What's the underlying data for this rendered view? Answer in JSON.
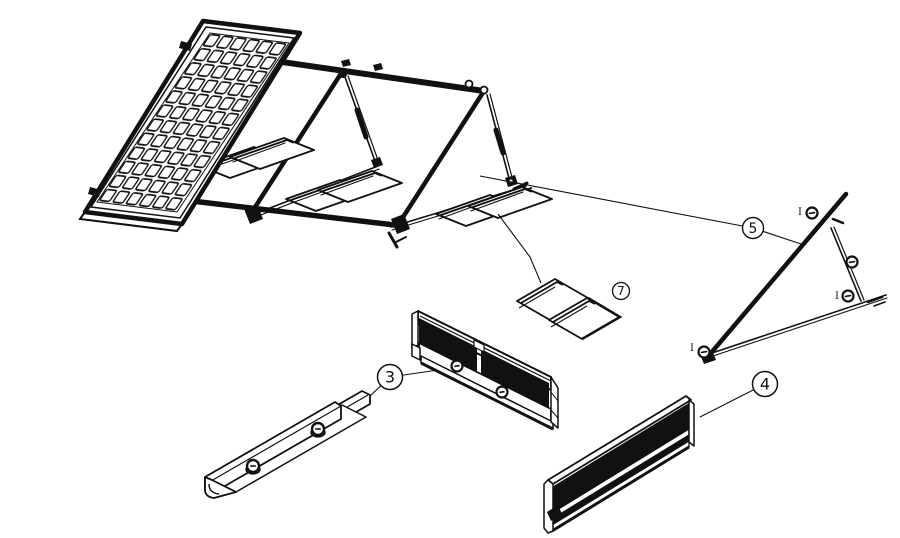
{
  "figure": {
    "type": "exploded-parts-diagram",
    "background_color": "#ffffff",
    "line_color": "#111111",
    "callouts": [
      {
        "label": "3"
      },
      {
        "label": "4"
      },
      {
        "label": "5"
      },
      {
        "label": "7"
      }
    ],
    "bolt_mark_label": "I"
  }
}
